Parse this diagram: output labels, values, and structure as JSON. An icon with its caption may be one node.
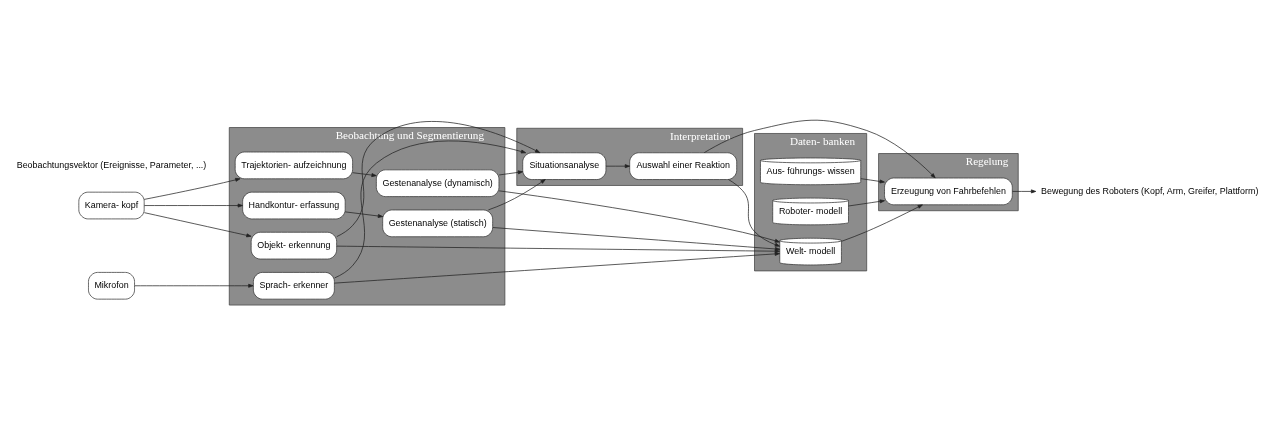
{
  "diagram": {
    "nodes": [
      {
        "text": [
          "Kamera- kopf"
        ]
      },
      {
        "text": [
          "Mikrofon"
        ]
      },
      {
        "text": [
          "Beobachtung und Segmentierung"
        ]
      },
      {
        "text": [
          "Objekt- erkennung"
        ],
        "in": 2
      },
      {
        "text": [
          "Handkontur- erfassung"
        ],
        "in": 2
      },
      {
        "text": [
          "Gestenanalyse (statisch)"
        ],
        "in": 2
      },
      {
        "text": [
          "Trajektorien- aufzeichnung"
        ],
        "in": 2
      },
      {
        "text": [
          "Gestenanalyse (dynamisch)"
        ],
        "in": 2
      },
      {
        "text": [
          "Sprach- erkenner"
        ],
        "in": 2
      },
      {
        "text": [
          "Interpretation"
        ]
      },
      {
        "text": [
          "Situationsanalyse"
        ],
        "in": 9
      },
      {
        "text": [
          "Auswahl einer Reaktion"
        ],
        "in": 9
      },
      {
        "text": [
          "Regelung"
        ]
      },
      {
        "text": [
          "Erzeugung von Fahrbefehlen"
        ],
        "in": 12
      },
      {
        "text": [
          "Daten- banken"
        ]
      },
      {
        "text": [
          "Welt- modell"
        ],
        "in": 14
      },
      {
        "text": [
          "Aus- führungs- wissen"
        ],
        "in": 14
      },
      {
        "text": [
          "Roboter- modell"
        ],
        "in": 14
      },
      {
        "text": [
          "Bewegung des Roboters (Kopf, Arm, Greifer, Plattform)"
        ]
      }
    ],
    "edges": [
      {
        "from": 0,
        "to": 3,
        "arrow": "to"
      },
      {
        "from": 0,
        "to": 4,
        "arrow": "to"
      },
      {
        "from": 0,
        "to": 6,
        "arrow": "to"
      },
      {
        "from": 1,
        "to": 8,
        "arrow": "to"
      },
      {
        "from": 4,
        "to": 5,
        "arrow": "to"
      },
      {
        "from": 6,
        "to": 7,
        "arrow": "to"
      },
      {
        "from": 3,
        "to": 10,
        "arrow": "to"
      },
      {
        "from": 5,
        "to": 10,
        "arrow": "to"
      },
      {
        "from": 7,
        "to": 10,
        "arrow": "to"
      },
      {
        "from": 8,
        "to": 10,
        "arrow": "to"
      },
      {
        "from": 3,
        "to": 15,
        "arrow": "to"
      },
      {
        "from": 5,
        "to": 15,
        "arrow": "to"
      },
      {
        "from": 7,
        "to": 15,
        "arrow": "to"
      },
      {
        "from": 8,
        "to": 15,
        "arrow": "to"
      },
      {
        "from": 10,
        "to": 11,
        "arrow": "to"
      },
      {
        "from": 11,
        "to": 13,
        "arrow": "to"
      },
      {
        "from": 11,
        "to": 15,
        "arrow": "to"
      },
      {
        "from": 15,
        "to": 13,
        "arrow": "to"
      },
      {
        "from": 16,
        "to": 13,
        "arrow": "to"
      },
      {
        "from": 17,
        "to": 13,
        "arrow": "to"
      },
      {
        "from": 13,
        "to": 18,
        "arrow": "to"
      }
    ],
    "labels": [
      "Beobachtungsvektor (Ereignisse, Parameter, ...)"
    ]
  }
}
